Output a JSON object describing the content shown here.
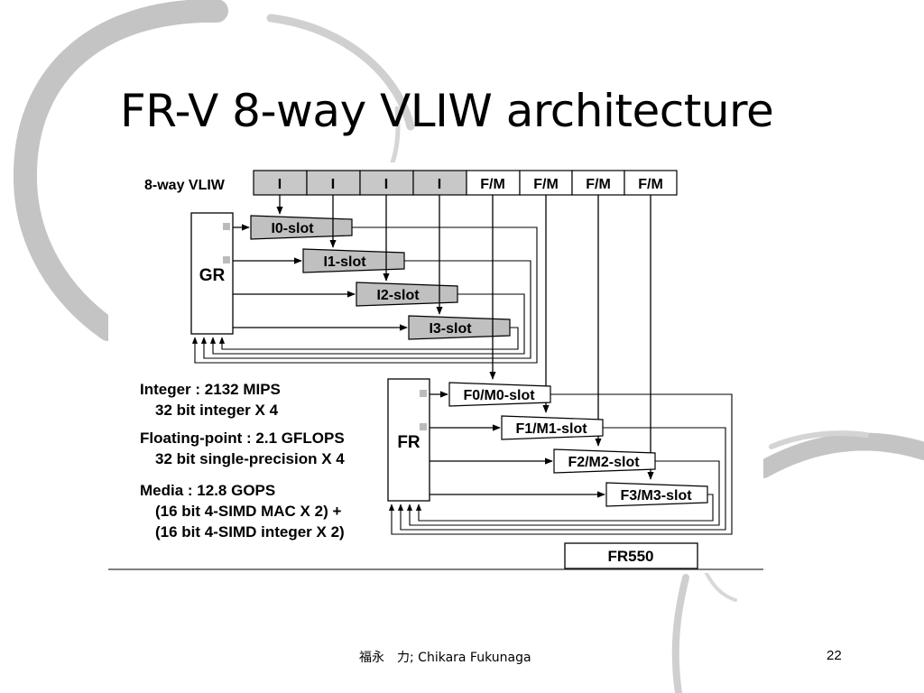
{
  "slide": {
    "title": "FR-V 8-way VLIW architecture",
    "footer_author": "福永　力; Chikara Fukunaga",
    "page_number": "22"
  },
  "diagram": {
    "vliw_label": "8-way VLIW",
    "vliw_fields": [
      "I",
      "I",
      "I",
      "I",
      "F/M",
      "F/M",
      "F/M",
      "F/M"
    ],
    "gr_label": "GR",
    "fr_label": "FR",
    "integer_slots": [
      "I0-slot",
      "I1-slot",
      "I2-slot",
      "I3-slot"
    ],
    "fm_slots": [
      "F0/M0-slot",
      "F1/M1-slot",
      "F2/M2-slot",
      "F3/M3-slot"
    ],
    "chip_label": "FR550",
    "stats": [
      "Integer : 2132 MIPS",
      "32 bit integer X 4",
      "Floating-point : 2.1 GFLOPS",
      "32 bit single-precision X 4",
      "Media : 12.8 GOPS",
      "(16 bit 4-SIMD MAC X 2) +",
      "(16 bit 4-SIMD integer X 2)"
    ]
  },
  "colors": {
    "swirl": "#c4c4c4",
    "field_fill": "#c8c8c8",
    "slot_fill": "#c0c0c0"
  }
}
